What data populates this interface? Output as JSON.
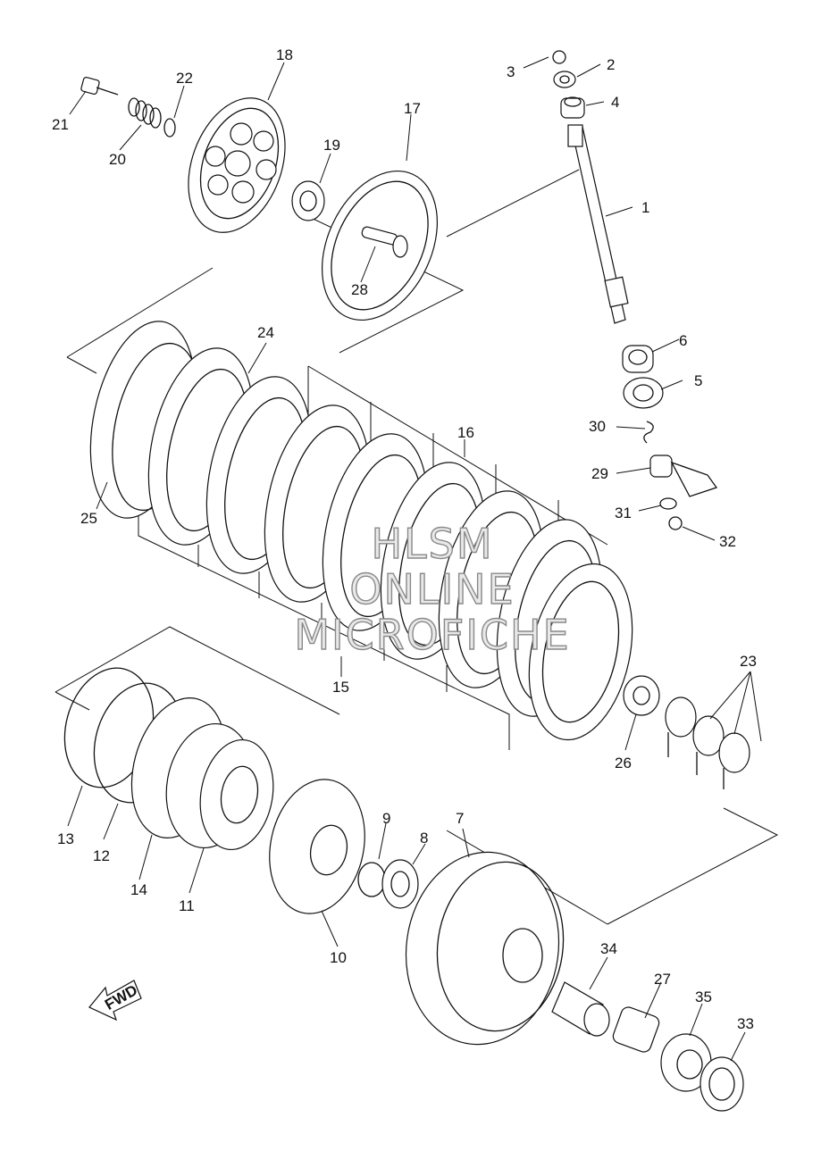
{
  "watermark": [
    "HLSM",
    "ONLINE",
    "MICROFICHE"
  ],
  "fwd_label": "FWD",
  "parts": [
    {
      "id": "1",
      "label": "1"
    },
    {
      "id": "2",
      "label": "2"
    },
    {
      "id": "3",
      "label": "3"
    },
    {
      "id": "4",
      "label": "4"
    },
    {
      "id": "5",
      "label": "5"
    },
    {
      "id": "6",
      "label": "6"
    },
    {
      "id": "7",
      "label": "7"
    },
    {
      "id": "8",
      "label": "8"
    },
    {
      "id": "9",
      "label": "9"
    },
    {
      "id": "10",
      "label": "10"
    },
    {
      "id": "11",
      "label": "11"
    },
    {
      "id": "12",
      "label": "12"
    },
    {
      "id": "13",
      "label": "13"
    },
    {
      "id": "14",
      "label": "14"
    },
    {
      "id": "15",
      "label": "15"
    },
    {
      "id": "16",
      "label": "16"
    },
    {
      "id": "17",
      "label": "17"
    },
    {
      "id": "18",
      "label": "18"
    },
    {
      "id": "19",
      "label": "19"
    },
    {
      "id": "20",
      "label": "20"
    },
    {
      "id": "21",
      "label": "21"
    },
    {
      "id": "22",
      "label": "22"
    },
    {
      "id": "23",
      "label": "23"
    },
    {
      "id": "24",
      "label": "24"
    },
    {
      "id": "25",
      "label": "25"
    },
    {
      "id": "26",
      "label": "26"
    },
    {
      "id": "27",
      "label": "27"
    },
    {
      "id": "28",
      "label": "28"
    },
    {
      "id": "29",
      "label": "29"
    },
    {
      "id": "30",
      "label": "30"
    },
    {
      "id": "31",
      "label": "31"
    },
    {
      "id": "32",
      "label": "32"
    },
    {
      "id": "33",
      "label": "33"
    },
    {
      "id": "34",
      "label": "34"
    },
    {
      "id": "35",
      "label": "35"
    }
  ]
}
